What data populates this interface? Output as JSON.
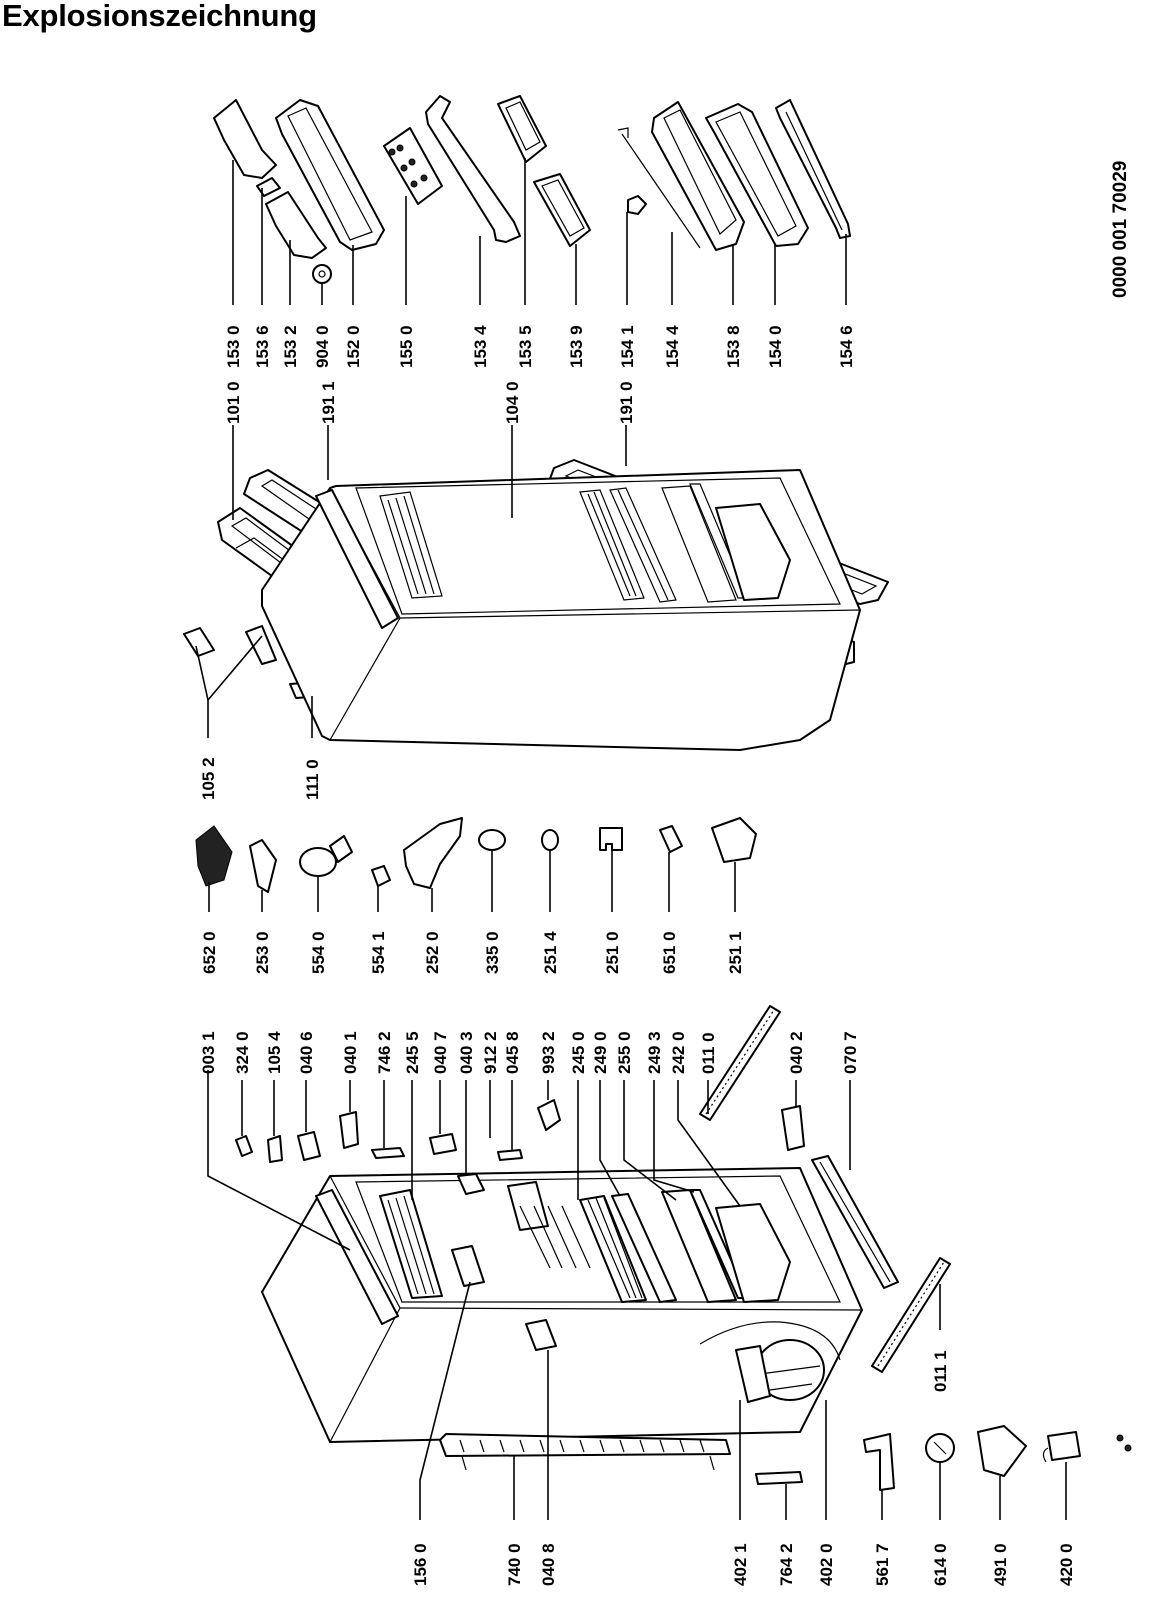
{
  "title": "Explosionszeichnung",
  "doc_number": "0000 001 70029",
  "labels": [
    {
      "id": "p1530",
      "text": "153 0"
    },
    {
      "id": "p1536",
      "text": "153 6"
    },
    {
      "id": "p1532",
      "text": "153 2"
    },
    {
      "id": "p9040",
      "text": "904 0"
    },
    {
      "id": "p1520",
      "text": "152 0"
    },
    {
      "id": "p1550",
      "text": "155 0"
    },
    {
      "id": "p1534",
      "text": "153 4"
    },
    {
      "id": "p1535",
      "text": "153 5"
    },
    {
      "id": "p1539",
      "text": "153 9"
    },
    {
      "id": "p1541",
      "text": "154 1"
    },
    {
      "id": "p1544",
      "text": "154 4"
    },
    {
      "id": "p1538",
      "text": "153 8"
    },
    {
      "id": "p1540",
      "text": "154 0"
    },
    {
      "id": "p1546",
      "text": "154 6"
    },
    {
      "id": "p1010",
      "text": "101 0"
    },
    {
      "id": "p1911",
      "text": "191 1"
    },
    {
      "id": "p1040",
      "text": "104 0"
    },
    {
      "id": "p1910",
      "text": "191 0"
    },
    {
      "id": "p1052",
      "text": "105 2"
    },
    {
      "id": "p1110",
      "text": "111 0"
    },
    {
      "id": "p6520",
      "text": "652 0"
    },
    {
      "id": "p2530",
      "text": "253 0"
    },
    {
      "id": "p5540",
      "text": "554 0"
    },
    {
      "id": "p5541",
      "text": "554 1"
    },
    {
      "id": "p2520",
      "text": "252 0"
    },
    {
      "id": "p3350",
      "text": "335 0"
    },
    {
      "id": "p2514",
      "text": "251 4"
    },
    {
      "id": "p2510",
      "text": "251 0"
    },
    {
      "id": "p6510",
      "text": "651 0"
    },
    {
      "id": "p2511",
      "text": "251 1"
    },
    {
      "id": "p0031",
      "text": "003 1"
    },
    {
      "id": "p3240",
      "text": "324 0"
    },
    {
      "id": "p1054",
      "text": "105 4"
    },
    {
      "id": "p0406",
      "text": "040 6"
    },
    {
      "id": "p0401",
      "text": "040 1"
    },
    {
      "id": "p7462",
      "text": "746 2"
    },
    {
      "id": "p2455",
      "text": "245 5"
    },
    {
      "id": "p0407",
      "text": "040 7"
    },
    {
      "id": "p0403",
      "text": "040 3"
    },
    {
      "id": "p9122",
      "text": "912 2"
    },
    {
      "id": "p0458",
      "text": "045 8"
    },
    {
      "id": "p9932",
      "text": "993 2"
    },
    {
      "id": "p2450",
      "text": "245 0"
    },
    {
      "id": "p2490",
      "text": "249 0"
    },
    {
      "id": "p2550",
      "text": "255 0"
    },
    {
      "id": "p2493",
      "text": "249 3"
    },
    {
      "id": "p2420",
      "text": "242 0"
    },
    {
      "id": "p0110",
      "text": "011 0"
    },
    {
      "id": "p0402",
      "text": "040 2"
    },
    {
      "id": "p0707",
      "text": "070 7"
    },
    {
      "id": "p0111",
      "text": "011 1"
    },
    {
      "id": "p1560",
      "text": "156 0"
    },
    {
      "id": "p7400",
      "text": "740 0"
    },
    {
      "id": "p0408",
      "text": "040 8"
    },
    {
      "id": "p4021",
      "text": "402 1"
    },
    {
      "id": "p7642",
      "text": "764 2"
    },
    {
      "id": "p4020",
      "text": "402 0"
    },
    {
      "id": "p5617",
      "text": "561 7"
    },
    {
      "id": "p6140",
      "text": "614 0"
    },
    {
      "id": "p4910",
      "text": "491 0"
    },
    {
      "id": "p4200",
      "text": "420 0"
    }
  ]
}
